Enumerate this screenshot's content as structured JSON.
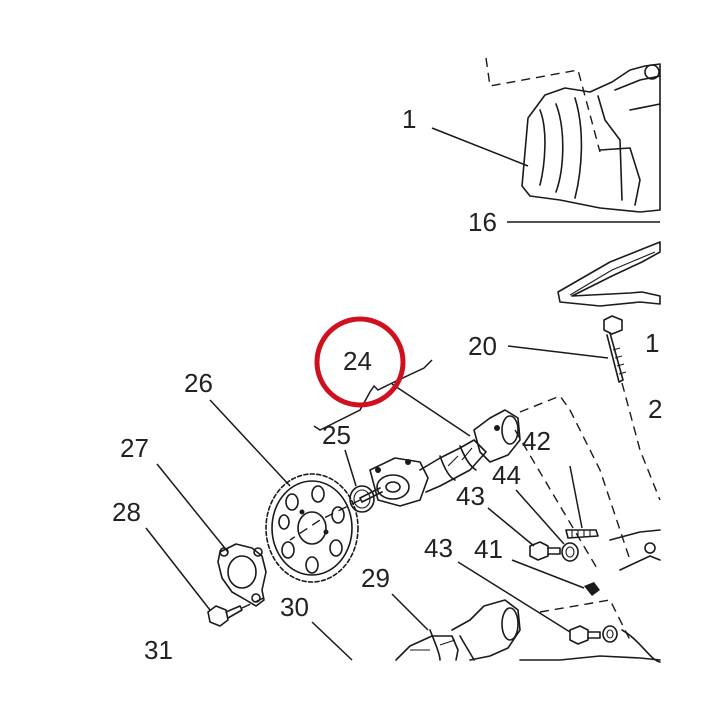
{
  "callouts": {
    "c1": "1",
    "c16": "16",
    "c20": "20",
    "c1b": "1",
    "c2": "2",
    "c24": "24",
    "c25": "25",
    "c26": "26",
    "c27": "27",
    "c28": "28",
    "c29": "29",
    "c30": "30",
    "c31": "31",
    "c41": "41",
    "c42": "42",
    "c43a": "43",
    "c43b": "43",
    "c44": "44"
  },
  "highlight_color": "#d0101e"
}
